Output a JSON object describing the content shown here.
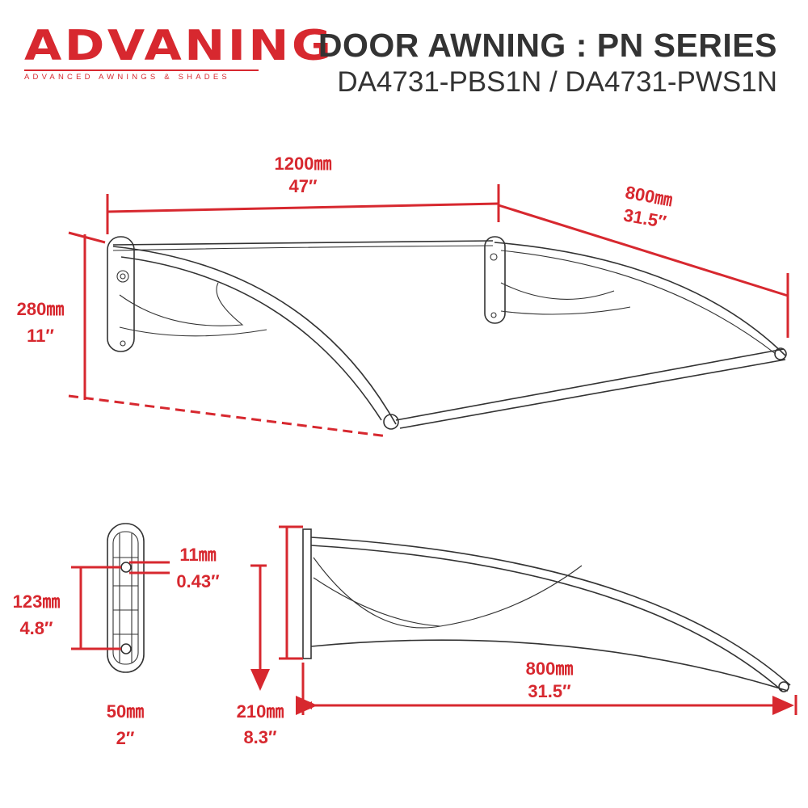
{
  "brand": {
    "logo": "ADVANING",
    "tagline": "ADVANCED AWNINGS & SHADES",
    "color": "#d7282f"
  },
  "header": {
    "title": "DOOR AWNING : PN SERIES",
    "models": "DA4731-PBS1N / DA4731-PWS1N"
  },
  "dimensions": {
    "width": {
      "metric": "1200㎜",
      "imperial": "47″"
    },
    "projection_top": {
      "metric": "800㎜",
      "imperial": "31.5″"
    },
    "height": {
      "metric": "280㎜",
      "imperial": "11″"
    },
    "hole_spacing": {
      "metric": "123㎜",
      "imperial": "4.8″"
    },
    "hole_diameter": {
      "metric": "11㎜",
      "imperial": "0.43″"
    },
    "bracket_width": {
      "metric": "50㎜",
      "imperial": "2″"
    },
    "bracket_height": {
      "metric": "210㎜",
      "imperial": "8.3″"
    },
    "projection_side": {
      "metric": "800㎜",
      "imperial": "31.5″"
    }
  }
}
